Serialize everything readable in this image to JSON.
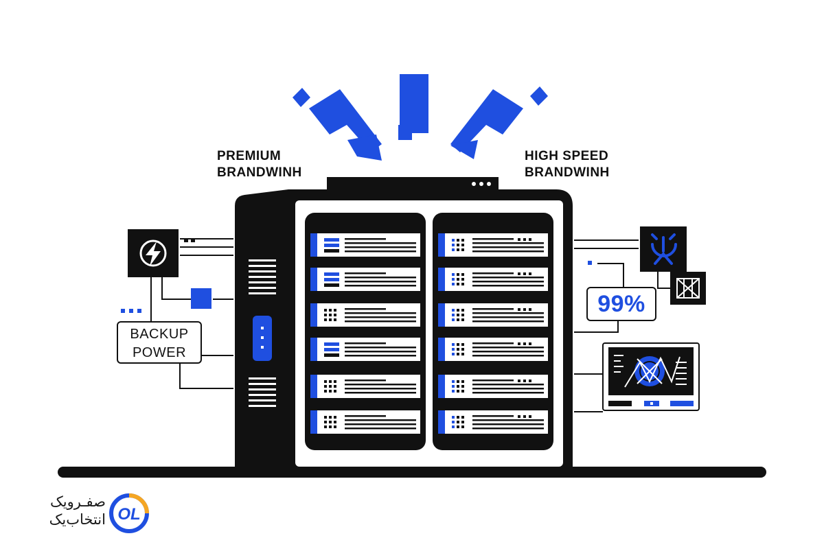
{
  "labels": {
    "premium_line1": "PREMIUM",
    "premium_line2": "BRANDWINH",
    "highspeed_line1": "HIGH SPEED",
    "highspeed_line2": "BRANDWINH",
    "backup_line1": "BACKUP",
    "backup_line2": "POWER",
    "uptime": "99%"
  },
  "brand": {
    "line1": "صفـرویک",
    "line2": "انتخاب‌یک",
    "logo_text": "OL"
  },
  "icons": {
    "power": "lightning-bolt-icon",
    "network": "network-node-icon",
    "rack": "rack-unit-icon",
    "monitor": "monitor-dashboard-icon",
    "alert": "alert-burst-icon"
  },
  "colors": {
    "accent": "#1f4fe0",
    "ink": "#111111",
    "background": "#ffffff"
  }
}
